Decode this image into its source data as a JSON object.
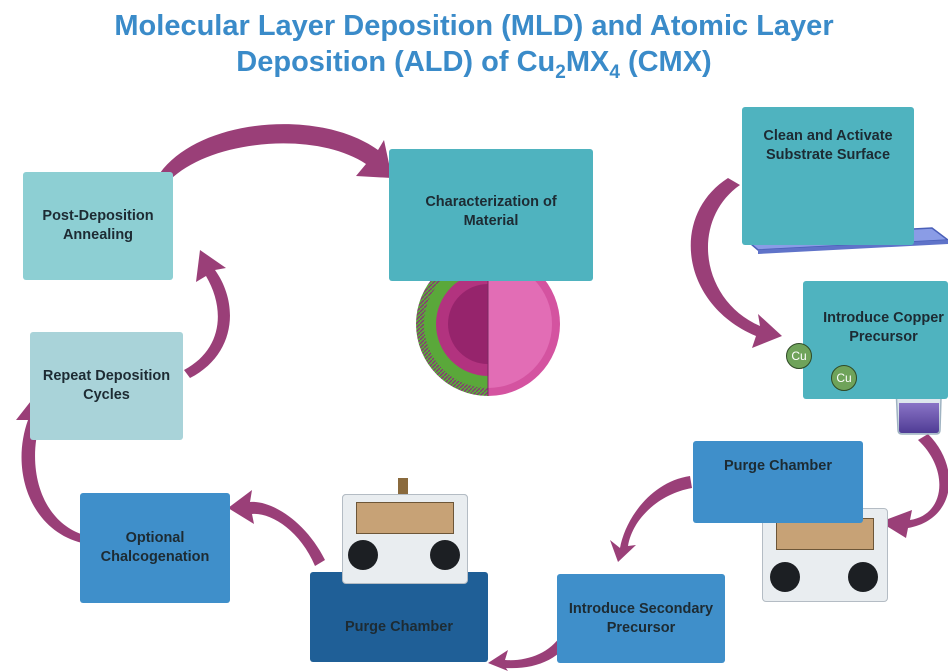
{
  "title": {
    "line1": "Molecular Layer Deposition (MLD) and Atomic Layer",
    "line2_pre": "Deposition (ALD) of Cu",
    "sub1": "2",
    "mid": "MX",
    "sub2": "4",
    "line2_post": " (CMX)"
  },
  "steps": {
    "clean": "Clean and Activate Substrate Surface",
    "copper": "Introduce Copper Precursor",
    "purge_right": "Purge Chamber",
    "secondary": "Introduce Secondary Precursor",
    "purge_bottom": "Purge Chamber",
    "chalcogenation": "Optional Chalcogenation",
    "repeat": "Repeat Deposition Cycles",
    "annealing": "Post-Deposition Annealing",
    "characterization": "Characterization of Material"
  },
  "ions": [
    "Cu",
    "Cu"
  ],
  "colors": {
    "title": "#3a8bc9",
    "arrow": "#9a3f78",
    "teal": "#4fb3bf",
    "light_teal": "#8dcfd3",
    "pale_teal": "#a9d3d9",
    "blue": "#3f8fca",
    "dark_blue": "#1f5f97"
  },
  "icons": [
    "nanoparticle-icon",
    "substrate-plate-icon",
    "beaker-icon",
    "glovebox-icon",
    "copper-ion-icon"
  ]
}
